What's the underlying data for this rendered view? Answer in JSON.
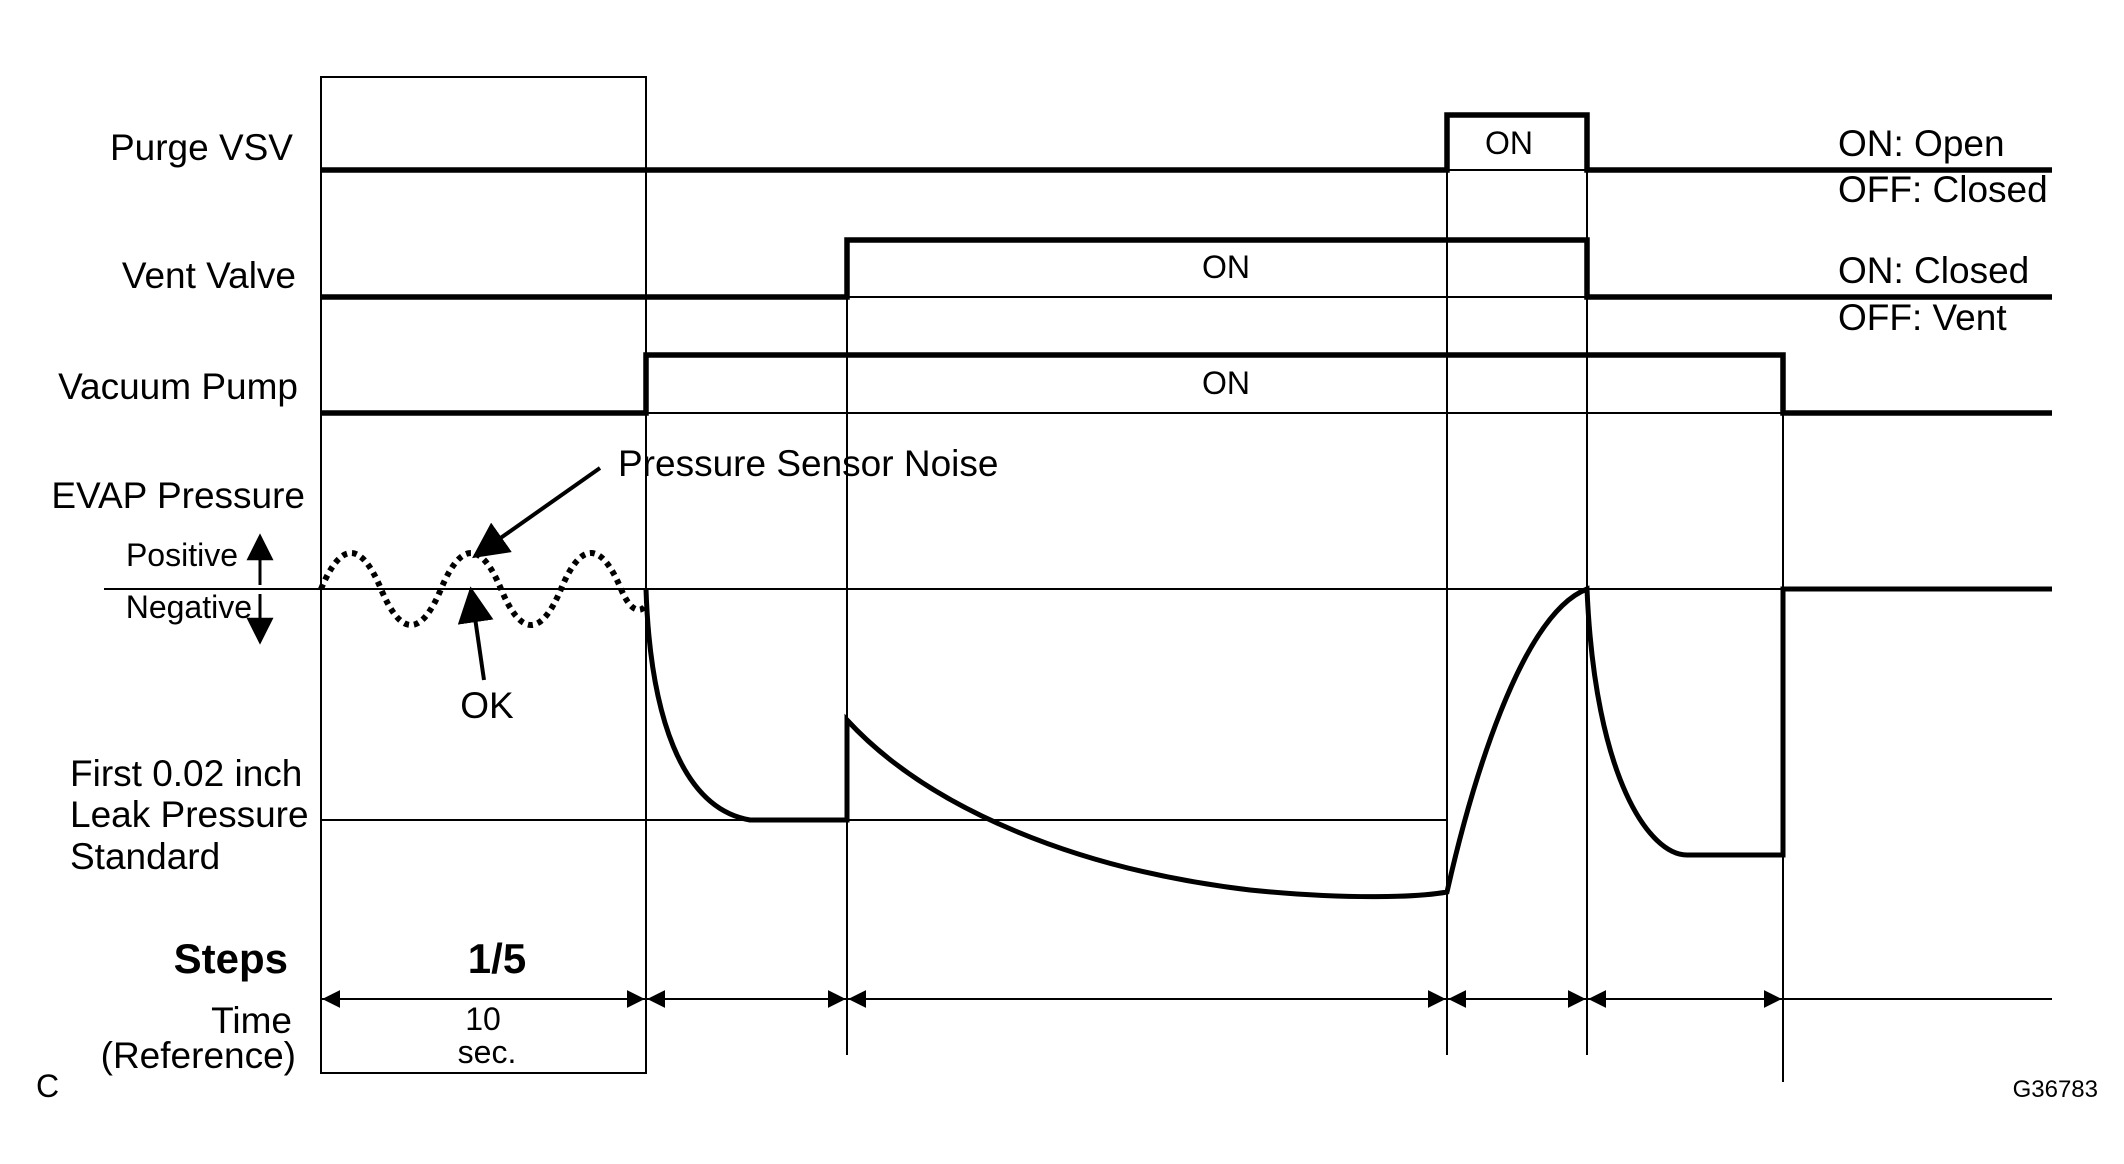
{
  "corner_label": "C",
  "figure_id": "G36783",
  "signals": {
    "purge_vsv": {
      "label": "Purge VSV",
      "on_text": "ON",
      "legend_on": "ON: Open",
      "legend_off": "OFF: Closed"
    },
    "vent_valve": {
      "label": "Vent Valve",
      "on_text": "ON",
      "legend_on": "ON: Closed",
      "legend_off": "OFF: Vent"
    },
    "vacuum_pump": {
      "label": "Vacuum Pump",
      "on_text": "ON"
    }
  },
  "pressure": {
    "label": "EVAP Pressure",
    "positive": "Positive",
    "negative": "Negative",
    "noise_label": "Pressure Sensor Noise",
    "ok_label": "OK",
    "leak_std_line1": "First 0.02 inch",
    "leak_std_line2": "Leak Pressure",
    "leak_std_line3": "Standard"
  },
  "steps": {
    "label": "Steps",
    "step1": "1/5",
    "time_label_line1": "Time",
    "time_label_line2": "(Reference)",
    "time_value": "10",
    "time_unit": "sec."
  }
}
